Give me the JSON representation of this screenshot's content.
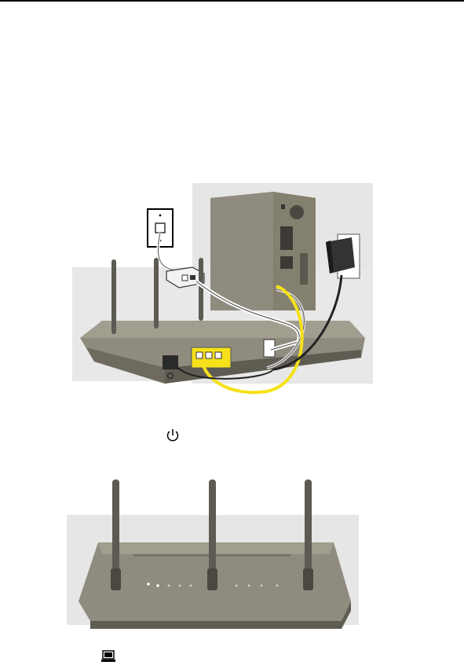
{
  "page": {
    "background": "#ffffff",
    "rule_color": "#000000"
  },
  "figures": {
    "connection_diagram": {
      "description_icons": [
        "wall-phone-jack",
        "dsl-filter",
        "computer-tower",
        "power-adapter",
        "router-back"
      ]
    },
    "router_front": {
      "description_icons": [
        "router-front",
        "status-leds"
      ]
    }
  },
  "inline_icons": {
    "power": "power-icon",
    "computer": "computer-icon"
  },
  "colors": {
    "router_body": "#8f8b7e",
    "router_dark": "#5c5a52",
    "cable_yellow": "#f6e11a",
    "cable_gray": "#d8d8d8",
    "backdrop": "#e2e2e2"
  }
}
